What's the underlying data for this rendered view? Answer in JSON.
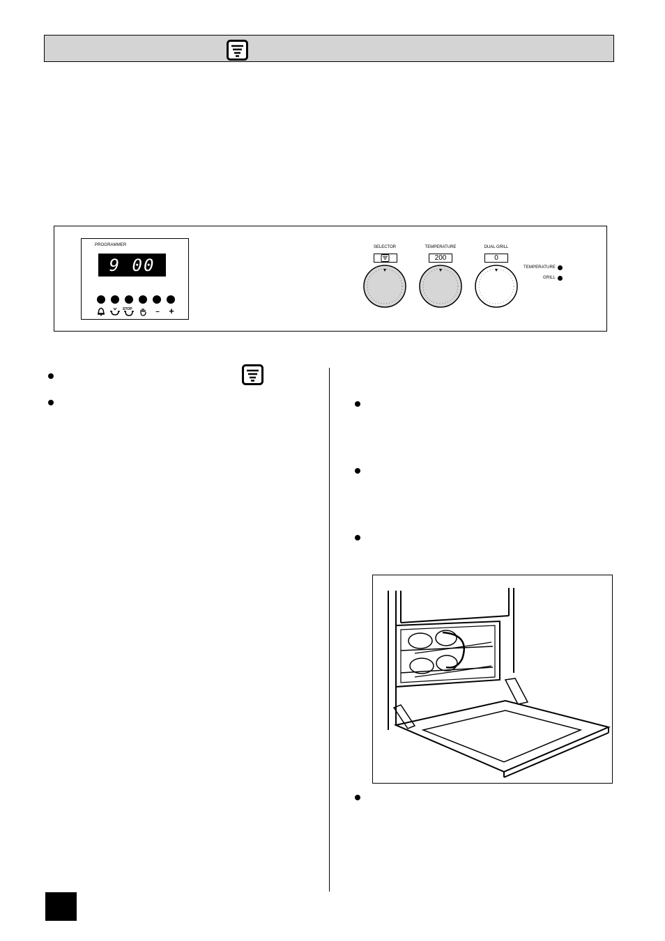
{
  "header": {
    "icon": "fan-oven-icon"
  },
  "programmer": {
    "label": "PROGRAMMER",
    "display": "9 00",
    "symbols": [
      "bell-icon",
      "cook-time-icon",
      "stop-time-icon",
      "manual-hand-icon",
      "minus-icon",
      "plus-icon"
    ],
    "plus": "+",
    "minus": "–",
    "stop": "STOP"
  },
  "knobs": {
    "selector": {
      "label": "SELECTOR",
      "icon": "fan-oven-icon"
    },
    "temperature": {
      "label": "TEMPERATURE",
      "value": "200"
    },
    "dual_grill": {
      "label": "DUAL GRILL",
      "value": "0"
    }
  },
  "indicators": {
    "temperature": "TEMPERATURE",
    "grill": "GRILL"
  },
  "colors": {
    "header_bg": "#d4d4d4",
    "ink": "#000000"
  }
}
